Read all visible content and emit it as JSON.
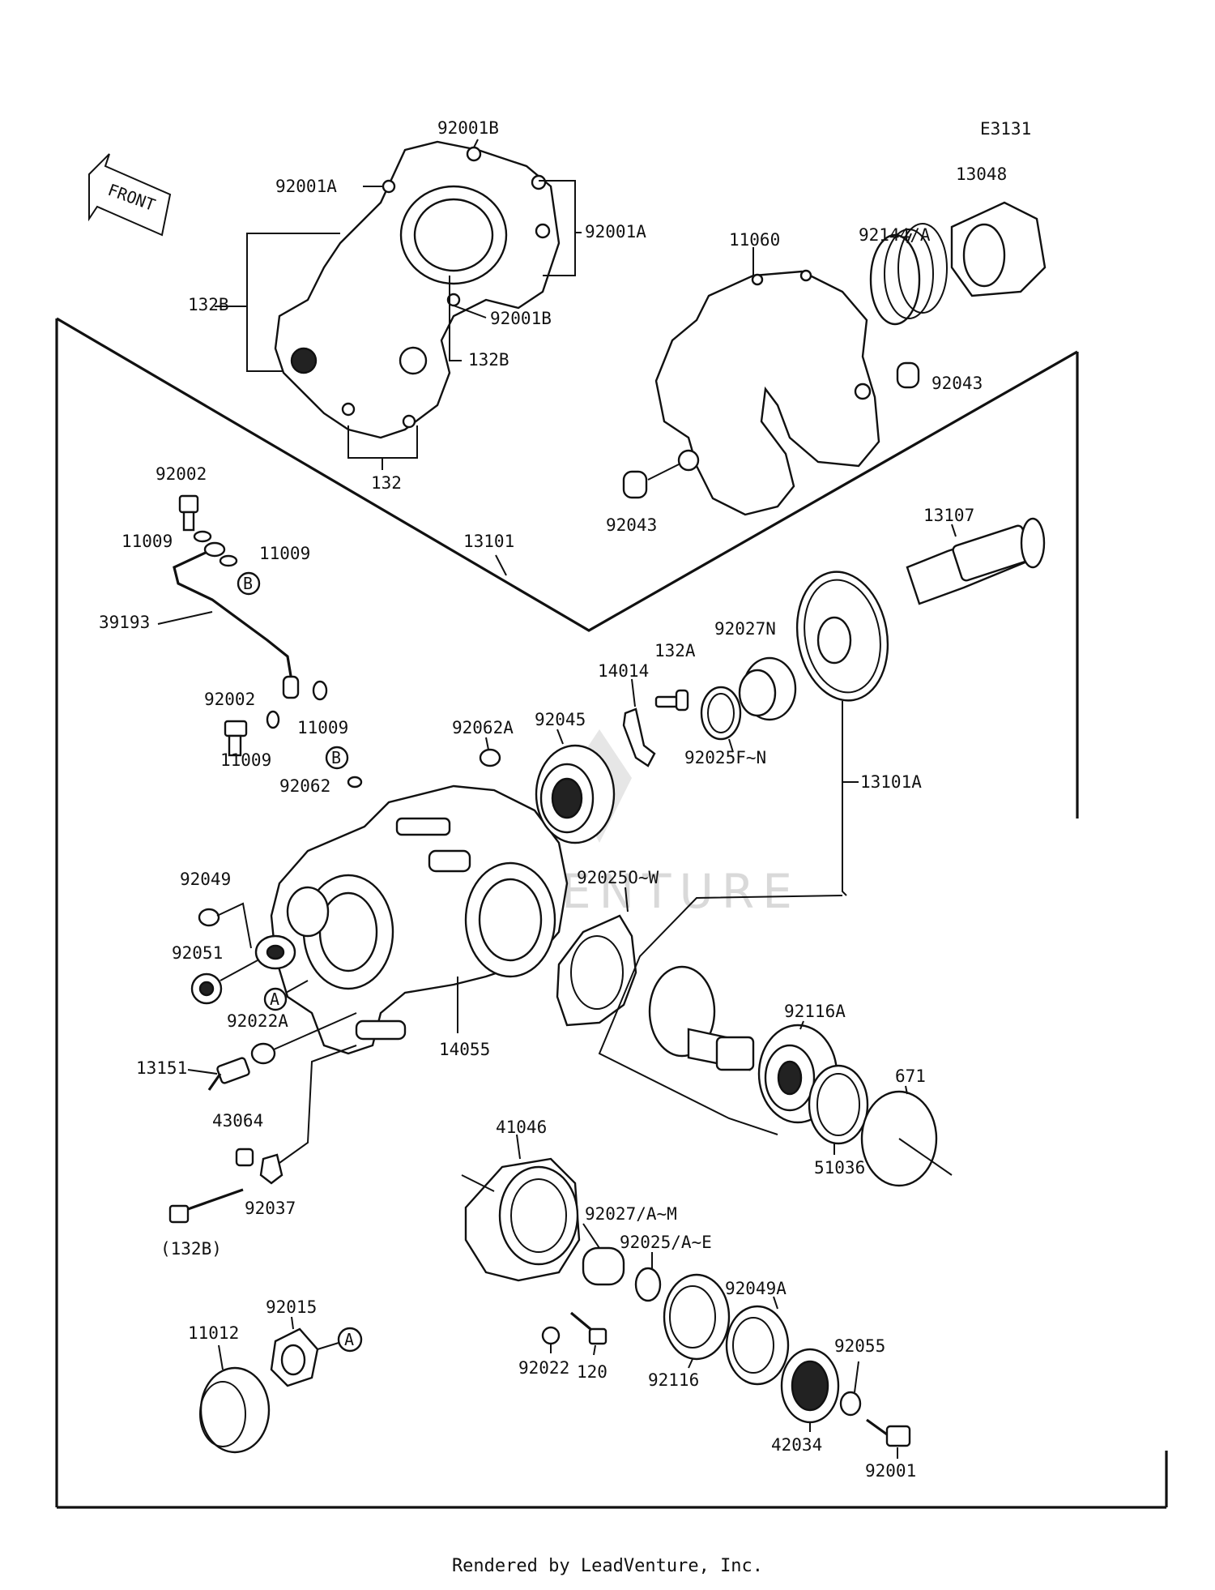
{
  "diagram": {
    "code": "E3131",
    "front_arrow": "FRONT",
    "labels": {
      "p92001B_top": "92001B",
      "p92001A_left": "92001A",
      "p92001A_right": "92001A",
      "p132B_left": "132B",
      "p92001B_mid": "92001B",
      "p132B_right": "132B",
      "p132": "132",
      "p11060": "11060",
      "p92144A": "92144/A",
      "p13048": "13048",
      "p92043_right": "92043",
      "p92043_left": "92043",
      "p13101": "13101",
      "p92002_top": "92002",
      "p11009_a": "11009",
      "p11009_b": "11009",
      "p39193": "39193",
      "p92002_mid": "92002",
      "p11009_c": "11009",
      "p11009_d": "11009",
      "p92062": "92062",
      "p92062A": "92062A",
      "p92045": "92045",
      "p14014": "14014",
      "p132A": "132A",
      "p92027N": "92027N",
      "p92025FN": "92025F~N",
      "p13107": "13107",
      "p13101A": "13101A",
      "p92049": "92049",
      "p92051": "92051",
      "p92022A": "92022A",
      "p13151": "13151",
      "p14055": "14055",
      "p92025OW": "92025O~W",
      "p92116A": "92116A",
      "p671": "671",
      "p51036": "51036",
      "p43064": "43064",
      "p92037": "92037",
      "p132B_paren": "(132B)",
      "p41046": "41046",
      "p92027AM": "92027/A~M",
      "p92025AE": "92025/A~E",
      "p92049A": "92049A",
      "p92022": "92022",
      "p120": "120",
      "p92116": "92116",
      "p92055": "92055",
      "p42034": "42034",
      "p92001": "92001",
      "p92015": "92015",
      "p11012": "11012"
    },
    "callouts": {
      "A": "A",
      "B": "B"
    },
    "watermark": "ADVENTURE"
  },
  "footer": "Rendered by LeadVenture, Inc."
}
